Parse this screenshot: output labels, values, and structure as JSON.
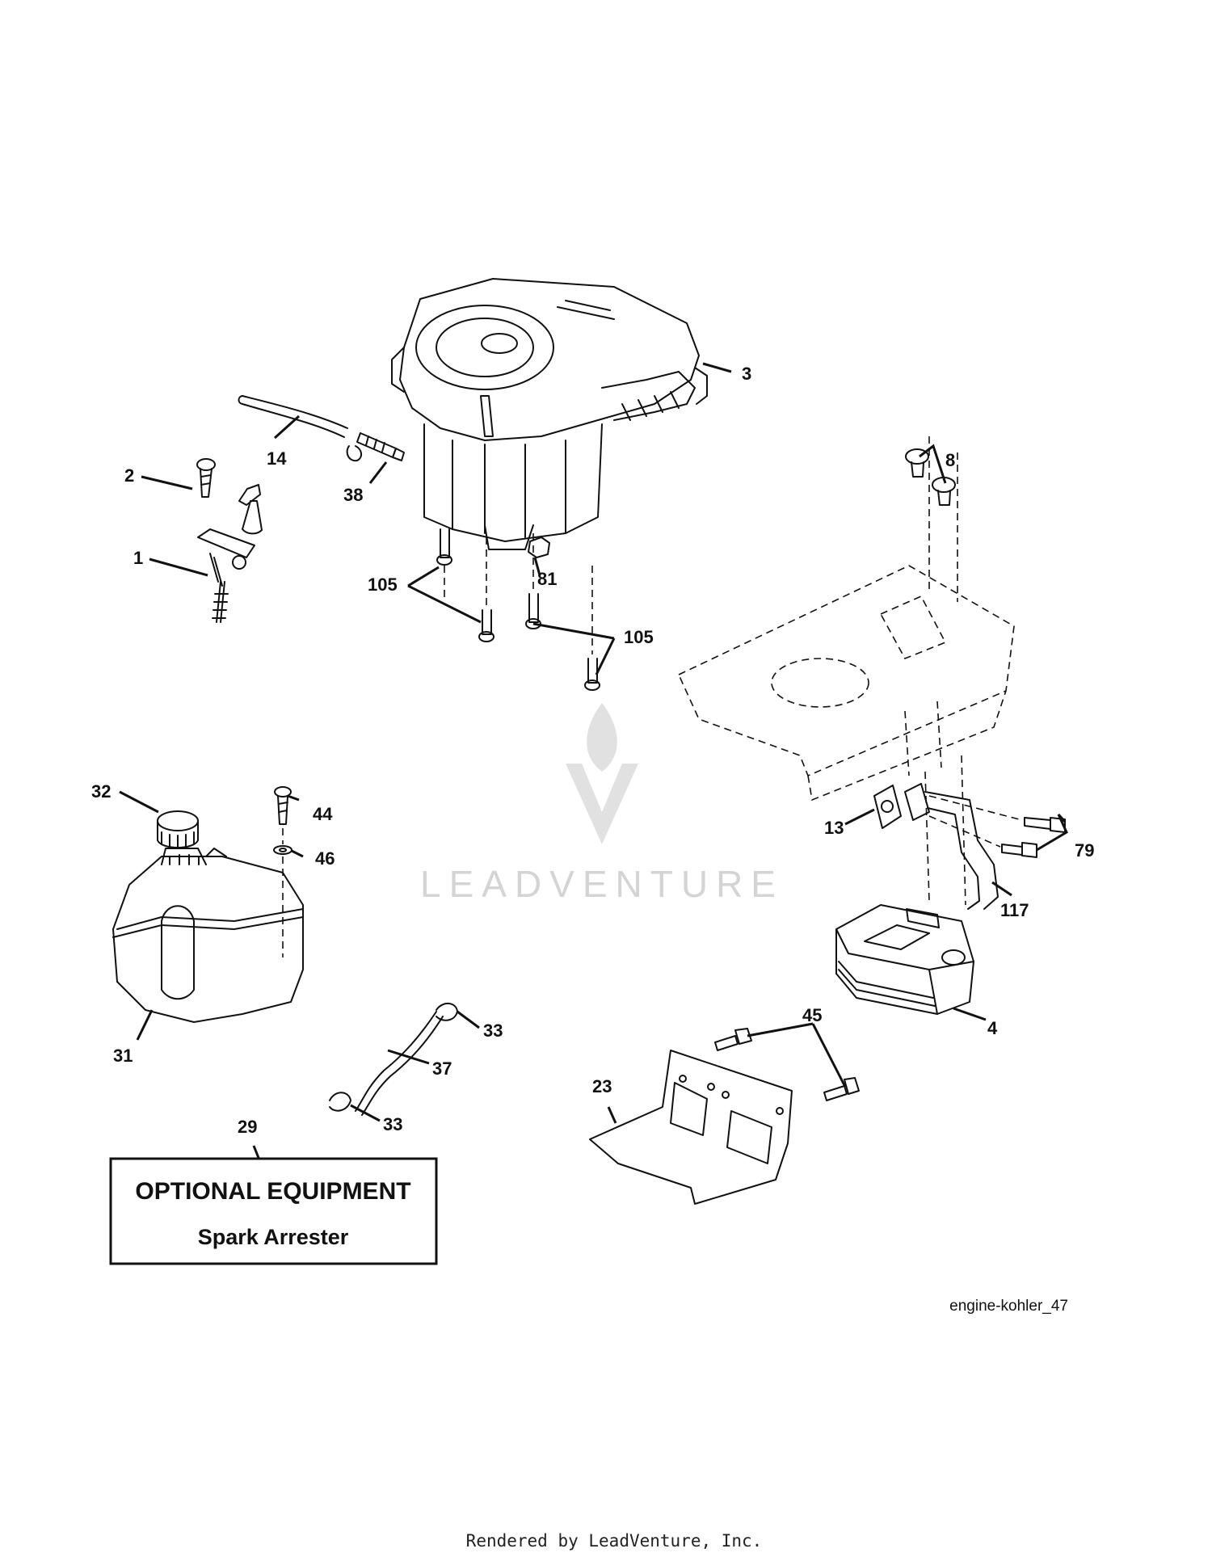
{
  "callouts": {
    "c1": "1",
    "c2": "2",
    "c3": "3",
    "c4": "4",
    "c8": "8",
    "c13": "13",
    "c14": "14",
    "c23": "23",
    "c29": "29",
    "c31": "31",
    "c32": "32",
    "c33a": "33",
    "c33b": "33",
    "c37": "37",
    "c38": "38",
    "c44": "44",
    "c45": "45",
    "c46": "46",
    "c79": "79",
    "c81": "81",
    "c105a": "105",
    "c105b": "105",
    "c117": "117"
  },
  "optional_box": {
    "line1": "OPTIONAL EQUIPMENT",
    "line2": "Spark Arrester"
  },
  "diagram_code": "engine-kohler_47",
  "watermark": {
    "text": "LEADVENTURE"
  },
  "footer": "Rendered by LeadVenture, Inc."
}
